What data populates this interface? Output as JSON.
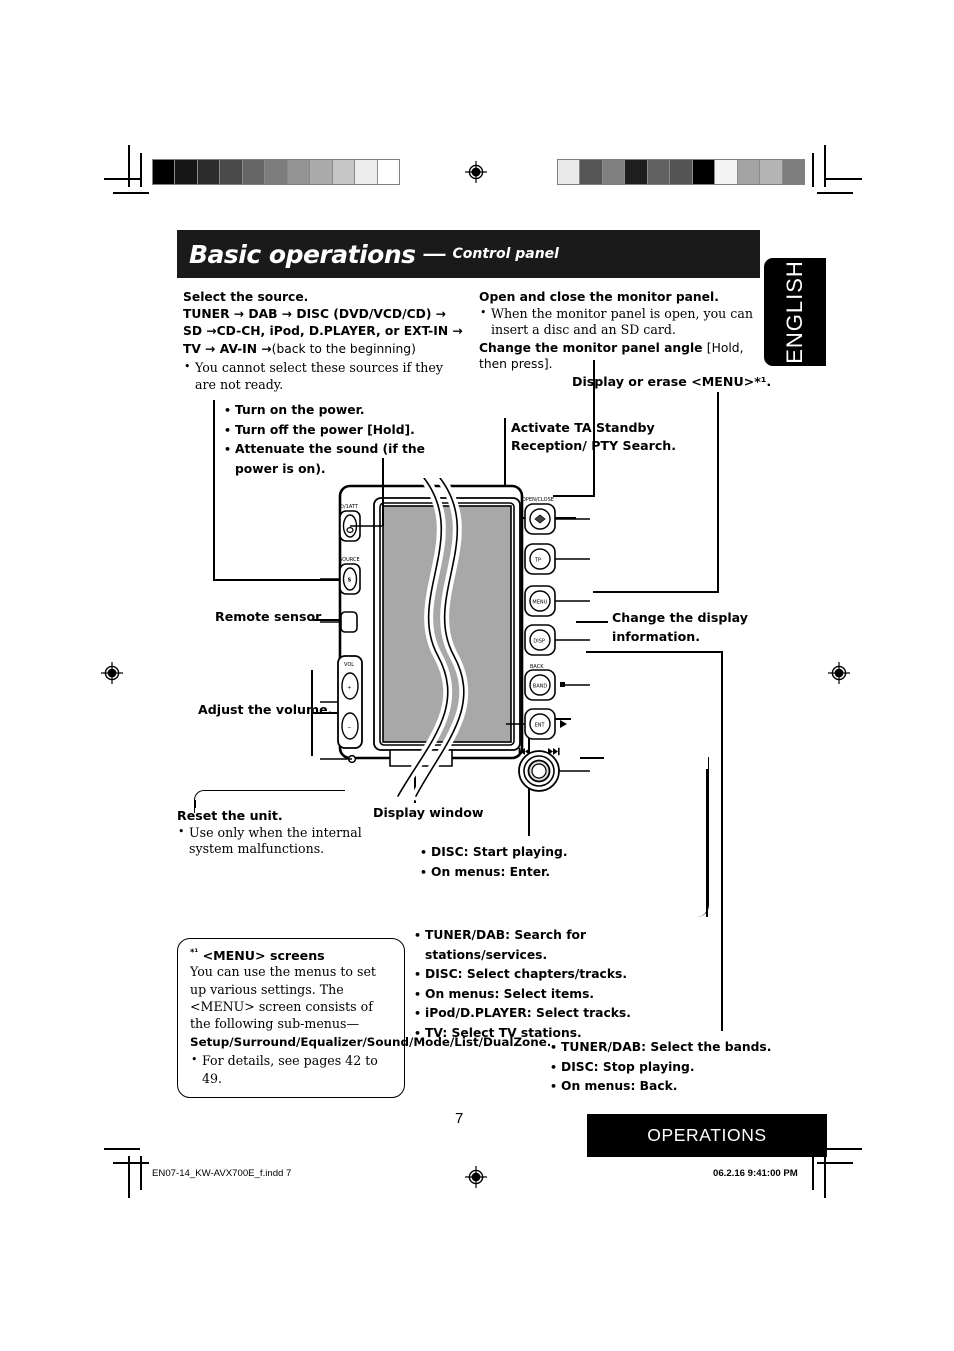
{
  "header": {
    "title": "Basic operations",
    "dash": "—",
    "subtitle": "Control panel"
  },
  "sidetab": {
    "label": "ENGLISH"
  },
  "left_column": {
    "heading": "Select the source.",
    "source_chain": "TUNER → DAB → DISC (DVD/VCD/CD) → SD →CD-CH, iPod, D.PLAYER, or EXT-IN → TV → AV-IN →",
    "source_chain_tail": "(back to the beginning)",
    "note": "You cannot select these sources if they are not ready."
  },
  "right_column": {
    "heading": "Open and close the monitor panel.",
    "note": "When the monitor panel is open, you can insert a disc and an SD card.",
    "angle_heading": "Change the monitor panel angle",
    "angle_hold": "[Hold, then press]."
  },
  "callouts": {
    "power": [
      "Turn on the power.",
      "Turn off the power [Hold].",
      "Attenuate the sound (if the power is on)."
    ],
    "menu_display": "Display or erase <MENU>*¹.",
    "ta_standby": "Activate TA Standby Reception/ PTY Search.",
    "remote_sensor": "Remote sensor",
    "adjust_volume": "Adjust the volume.",
    "change_display": "Change the display information.",
    "display_window": "Display window",
    "reset_heading": "Reset the unit.",
    "reset_note": "Use only when the internal system malfunctions.",
    "ent_list": [
      "DISC: Start playing.",
      "On menus: Enter."
    ],
    "jog_list": [
      "TUNER/DAB: Search for stations/services.",
      "DISC: Select chapters/tracks.",
      "On menus: Select items.",
      "iPod/D.PLAYER: Select tracks.",
      "TV: Select TV stations."
    ],
    "band_list": [
      "TUNER/DAB: Select the bands.",
      "DISC: Stop playing.",
      "On menus: Back."
    ]
  },
  "menu_note": {
    "marker": "*¹",
    "title": "<MENU> screens",
    "line1": "You can use the menus to set up various settings.",
    "line2": "The <MENU> screen consists of the following sub-menus—",
    "submenus": "Setup/Surround/Equalizer/Sound/Mode/List/DualZone",
    "period": ".",
    "detail": "For details, see pages 42 to 49."
  },
  "device": {
    "labels": {
      "power": "⏻/ATT",
      "source": "SOURCE",
      "source_glyph": "S",
      "vol": "VOL",
      "vol_up": "+",
      "vol_down": "−",
      "open_close": "OPEN/CLOSE",
      "tp": "TP",
      "menu": "MENU",
      "disp": "DISP",
      "back": "BACK",
      "band": "BAND",
      "ent": "ENT",
      "stop_glyph": "■",
      "play_glyph": "▶",
      "prev_glyph": "◀◀",
      "next_glyph": "▶▶"
    }
  },
  "footer": {
    "page_number": "7",
    "section": "OPERATIONS",
    "filename": "EN07-14_KW-AVX700E_f.indd   7",
    "timestamp": "06.2.16   9:41:00 PM"
  },
  "colors": {
    "ink": "#000000",
    "band": "#1a1a1a",
    "screen_fill": "#a8a8a8",
    "paper": "#ffffff"
  },
  "calibration": {
    "left_strip": [
      "#000000",
      "#161616",
      "#2c2c2c",
      "#4a4a4a",
      "#666666",
      "#7d7d7d",
      "#949494",
      "#ababab",
      "#c6c6c6",
      "#ededed",
      "#ffffff"
    ],
    "right_strip": [
      "#e9e9e9",
      "#555555",
      "#808080",
      "#1e1e1e",
      "#616161",
      "#545454",
      "#000000",
      "#f4f4f4",
      "#a3a3a3",
      "#b4b4b4",
      "#7e7e7e"
    ]
  }
}
